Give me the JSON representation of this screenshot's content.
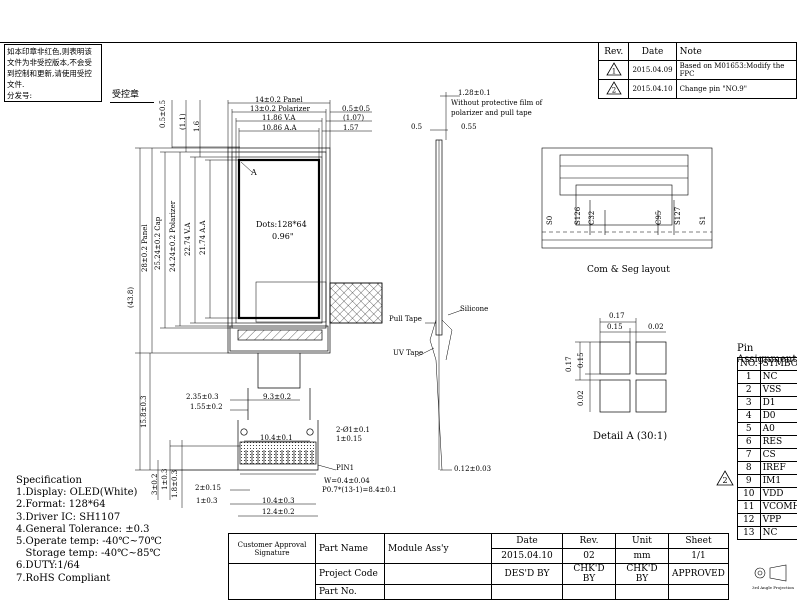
{
  "stamp": {
    "text": "如本印章非红色,则表明该文件为非受控版本,不会受到控制和更新,请使用受控文件.",
    "issued_label": "分发号:",
    "controlled_label": "受控章"
  },
  "revision": {
    "headers": [
      "Rev.",
      "Date",
      "Note"
    ],
    "rows": [
      {
        "rev": "1",
        "date": "2015.04.09",
        "note": "Based on M01653:Modify the FPC"
      },
      {
        "rev": "2",
        "date": "2015.04.10",
        "note": "Change pin \"NO.9\""
      }
    ]
  },
  "dimensions": {
    "panel_w": "14±0.2 Panel",
    "polarizer_w": "13±0.2 Polarizer",
    "va_w": "11.86 V.A",
    "aa_w": "10.86 A.A",
    "right_05": "0.5±0.5",
    "right_107": "(1.07)",
    "right_157": "1.57",
    "top_05": "0.5±0.5",
    "top_11": "(1.1)",
    "top_16": "1.6",
    "panel_h": "28±0.2 Panel",
    "cap_h": "25.24±0.2 Cap",
    "polarizer_h": "24.24±0.2 Polarizer",
    "va_h": "22.74 V.A",
    "aa_h": "21.74 A.A",
    "total_h": "(43.8)",
    "fpc_h": "15.8±0.3",
    "d_235": "2.35±0.3",
    "d_155": "1.55±0.2",
    "d_93": "9.3±0.2",
    "d_hole": "2-Ø1±0.1",
    "d_115": "1±0.15",
    "d_104a": "10.4±0.1",
    "pin1": "PIN1",
    "w04": "W=0.4±0.04",
    "pitch": "P0.7*(13-1)=8.4±0.1",
    "d_2015": "2±0.15",
    "d_1": "1±0.3",
    "d_104b": "10.4±0.3",
    "d_124": "12.4±0.2",
    "v_3": "3±0.2",
    "v_1": "1±0.3",
    "v_18": "1.8±0.3",
    "dots": "Dots:128*64",
    "size": "0.96\"",
    "detail_marker": "A"
  },
  "side_view": {
    "t_128": "1.28±0.1",
    "note1": "Without protective film of",
    "note2": "polarizer and pull tape",
    "t_05": "0.5",
    "t_055": "0.55",
    "pull_tape": "Pull Tape",
    "silicone": "Silicone",
    "uv_tape": "UV Tape",
    "t_012": "0.12±0.03"
  },
  "com_seg": {
    "s0": "S0",
    "s126": "S126",
    "c32": "C32",
    "c95": "C95",
    "s127": "S127",
    "s1": "S1",
    "caption": "Com & Seg layout"
  },
  "detail_a": {
    "d017": "0.17",
    "d015": "0.15",
    "d002": "0.02",
    "v017": "0.17",
    "v015": "0.15",
    "v002": "0.02",
    "caption": "Detail A (30:1)"
  },
  "pins": {
    "title": "Pin Assignment",
    "headers": [
      "NO.",
      "SYMBOL"
    ],
    "rows": [
      [
        "1",
        "NC"
      ],
      [
        "2",
        "VSS"
      ],
      [
        "3",
        "D1"
      ],
      [
        "4",
        "D0"
      ],
      [
        "5",
        "A0"
      ],
      [
        "6",
        "RES"
      ],
      [
        "7",
        "CS"
      ],
      [
        "8",
        "IREF"
      ],
      [
        "9",
        "IM1"
      ],
      [
        "10",
        "VDD"
      ],
      [
        "11",
        "VCOMH"
      ],
      [
        "12",
        "VPP"
      ],
      [
        "13",
        "NC"
      ]
    ],
    "rev_marker": "2"
  },
  "spec": {
    "title": "Specification",
    "lines": [
      "1.Display: OLED(White)",
      "2.Format:  128*64",
      "3.Driver IC: SH1107",
      "4.General Tolerance: ±0.3",
      "5.Operate temp: -40℃~70℃",
      "   Storage temp: -40℃~85℃",
      "6.DUTY:1/64",
      "7.RoHS Compliant"
    ]
  },
  "title_block": {
    "approval": "Customer Approval Signature",
    "part_name_label": "Part Name",
    "part_name": "Module Ass'y",
    "project_code_label": "Project Code",
    "part_no_label": "Part No.",
    "date_label": "Date",
    "rev_label": "Rev.",
    "unit_label": "Unit",
    "sheet_label": "Sheet",
    "date": "2015.04.10",
    "rev": "02",
    "unit": "mm",
    "sheet": "1/1",
    "des": "DES'D BY",
    "chk1": "CHK'D BY",
    "chk2": "CHK'D BY",
    "approved": "APPROVED",
    "projection": "3rd Angle Projection"
  }
}
